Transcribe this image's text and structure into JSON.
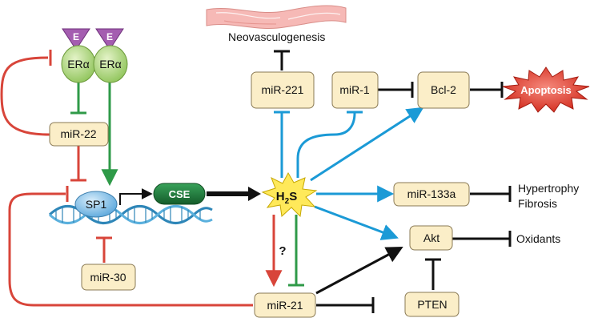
{
  "colors": {
    "red": "#d8453a",
    "green": "#2f9a48",
    "blue": "#1b9ad6",
    "black": "#111111",
    "box_fill": "#fbeec8",
    "box_stroke": "#8a7a55",
    "er_fill": "#b5d882",
    "estrogen_fill": "#a45db0",
    "cse_fill": "#1f7a3a",
    "h2s_fill": "#ffe95a",
    "apoptosis_fill": "#e23b2a",
    "vessel_fill": "#f6b9b6",
    "sp1_fill": "#7fbde6",
    "dna_color": "#2e86b8"
  },
  "nodes": {
    "estrogen_left": "E",
    "estrogen_right": "E",
    "er_alpha_left": "ERα",
    "er_alpha_right": "ERα",
    "mir22": "miR-22",
    "sp1": "SP1",
    "cse": "CSE",
    "h2s_main": "H",
    "h2s_sub": "2",
    "h2s_tail": "S",
    "mir30": "miR-30",
    "mir21": "miR-21",
    "pten": "PTEN",
    "akt": "Akt",
    "oxidants": "Oxidants",
    "mir133a": "miR-133a",
    "hypertrophy": "Hypertrophy",
    "fibrosis": "Fibrosis",
    "mir221": "miR-221",
    "mir1": "miR-1",
    "bcl2": "Bcl-2",
    "apoptosis": "Apoptosis",
    "neovasculogenesis": "Neovasculogenesis",
    "question": "?"
  }
}
